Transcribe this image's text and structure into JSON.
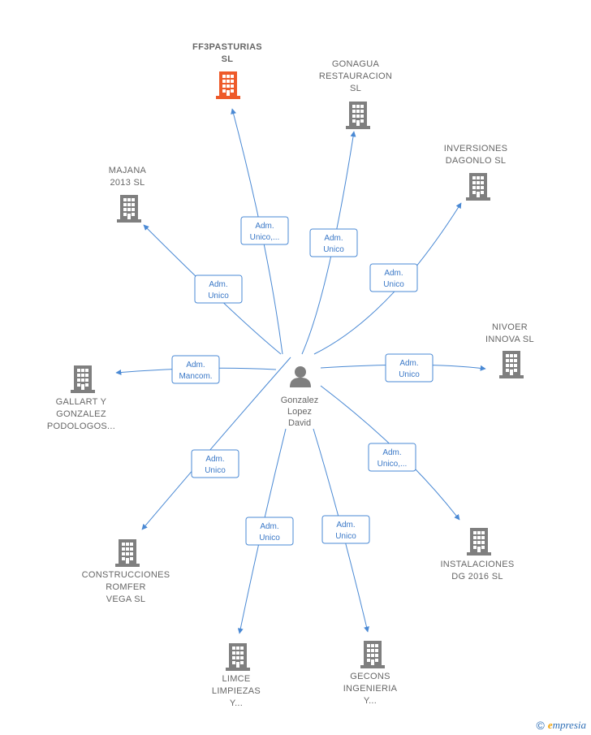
{
  "colors": {
    "edge": "#4a89d4",
    "building": "#7f7f7f",
    "building_highlight": "#ee5a2a",
    "person": "#7f7f7f"
  },
  "center": {
    "name": "Gonzalez Lopez David",
    "lines": [
      "Gonzalez",
      "Lopez",
      "David"
    ],
    "icon": "person-icon"
  },
  "companies": [
    {
      "id": "ff3pasturias",
      "lines": [
        "FF3PASTURIAS",
        "SL"
      ],
      "highlight": true,
      "relation": [
        "Adm.",
        "Unico,..."
      ]
    },
    {
      "id": "gonagua",
      "lines": [
        "GONAGUA",
        "RESTAURACION",
        "SL"
      ],
      "highlight": false,
      "relation": [
        "Adm.",
        "Unico"
      ]
    },
    {
      "id": "inversiones-dagonlo",
      "lines": [
        "INVERSIONES",
        "DAGONLO  SL"
      ],
      "highlight": false,
      "relation": [
        "Adm.",
        "Unico"
      ]
    },
    {
      "id": "majana",
      "lines": [
        "MAJANA",
        "2013  SL"
      ],
      "highlight": false,
      "relation": [
        "Adm.",
        "Unico"
      ]
    },
    {
      "id": "nivoer",
      "lines": [
        "NIVOER",
        "INNOVA SL"
      ],
      "highlight": false,
      "relation": [
        "Adm.",
        "Unico"
      ]
    },
    {
      "id": "gallart",
      "lines": [
        "GALLART Y",
        "GONZALEZ",
        "PODOLOGOS..."
      ],
      "highlight": false,
      "relation": [
        "Adm.",
        "Mancom."
      ]
    },
    {
      "id": "construcciones-romfer",
      "lines": [
        "CONSTRUCCIONES",
        "ROMFER",
        "VEGA SL"
      ],
      "highlight": false,
      "relation": [
        "Adm.",
        "Unico"
      ]
    },
    {
      "id": "instalaciones-dg",
      "lines": [
        "INSTALACIONES",
        "DG 2016  SL"
      ],
      "highlight": false,
      "relation": [
        "Adm.",
        "Unico,..."
      ]
    },
    {
      "id": "limce",
      "lines": [
        "LIMCE",
        "LIMPIEZAS",
        "Y..."
      ],
      "highlight": false,
      "relation": [
        "Adm.",
        "Unico"
      ]
    },
    {
      "id": "gecons",
      "lines": [
        "GECONS",
        "INGENIERIA",
        "Y..."
      ],
      "highlight": false,
      "relation": [
        "Adm.",
        "Unico"
      ]
    }
  ],
  "footer": {
    "copyright": "©",
    "brand_initial": "e",
    "brand_rest": "mpresia"
  }
}
